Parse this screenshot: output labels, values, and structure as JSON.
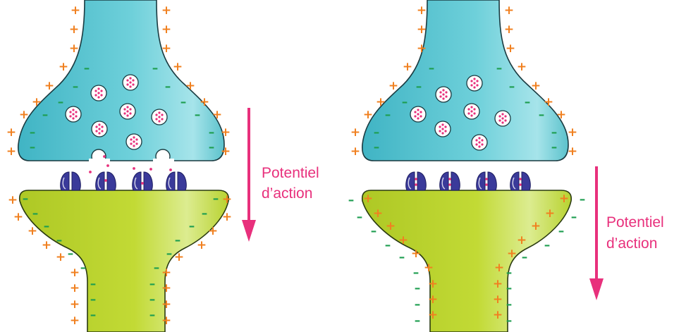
{
  "colors": {
    "presynaptic": "#5cc8d4",
    "postsynaptic": "#bcd62e",
    "receptor": "#3a3a9a",
    "neurotransmitter": "#e8307c",
    "arrow": "#e8307c",
    "positive_charge": "#f08020",
    "negative_charge": "#1e9e50"
  },
  "panels": [
    {
      "label_line1": "Potentiel",
      "label_line2": "d’action"
    },
    {
      "label_line1": "Potentiel",
      "label_line2": "d’action"
    }
  ],
  "symbols": {
    "plus": "+",
    "minus": "–"
  }
}
